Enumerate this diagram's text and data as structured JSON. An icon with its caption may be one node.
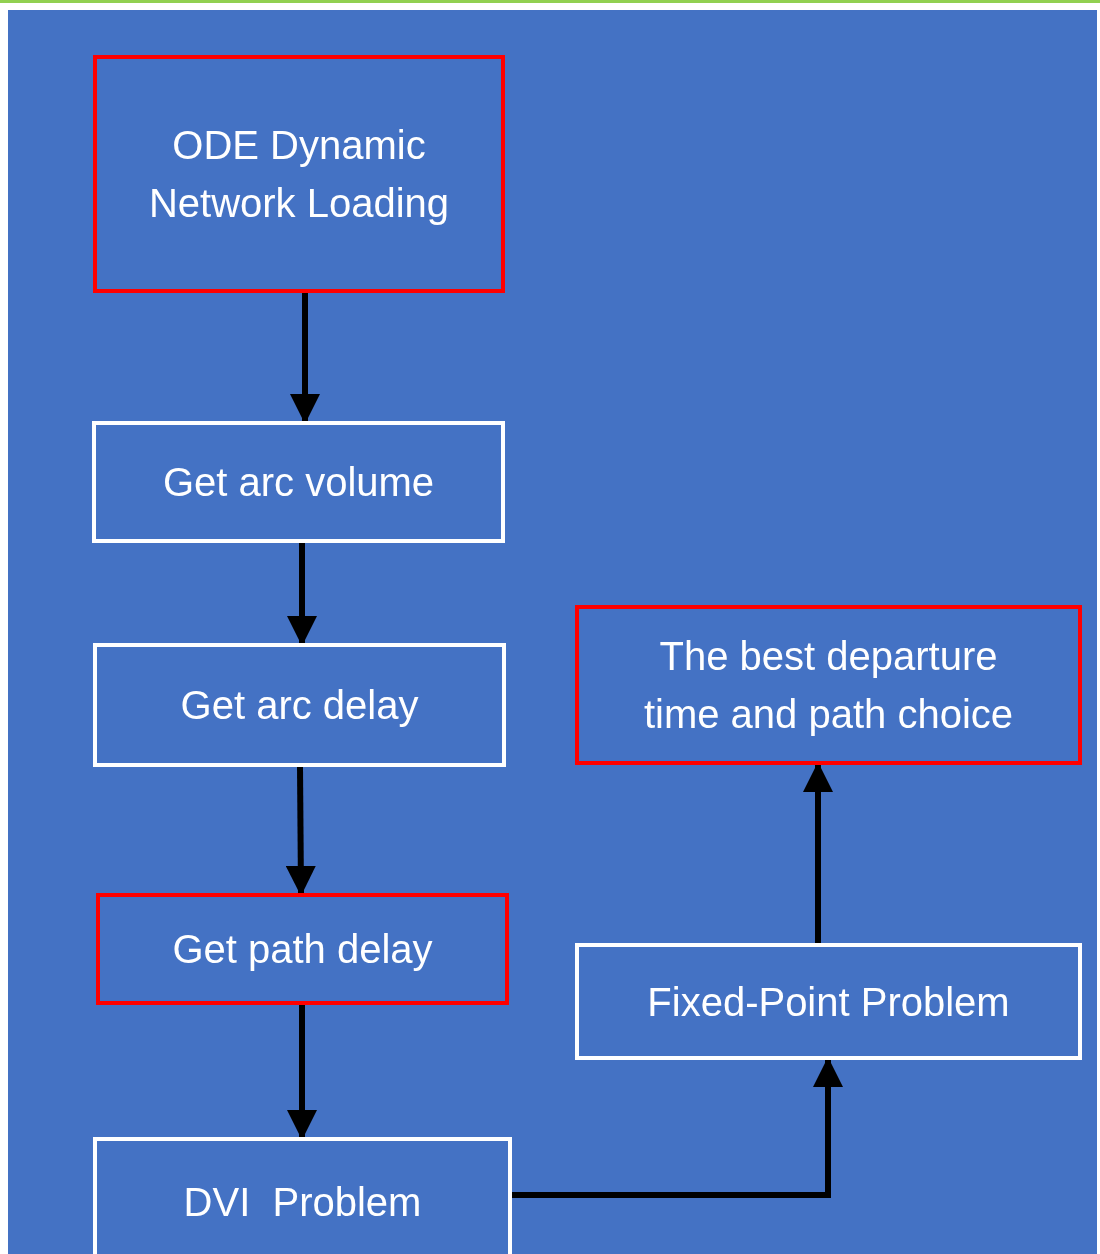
{
  "diagram": {
    "nodes": [
      {
        "text": [
          "ODE Dynamic Network Loading"
        ]
      },
      {
        "text": [
          "Get arc volume"
        ]
      },
      {
        "text": [
          "Get arc delay"
        ]
      },
      {
        "text": [
          "Get path delay"
        ]
      },
      {
        "text": [
          "DVI  Problem"
        ]
      },
      {
        "text": [
          "The best departure time and path choice"
        ]
      },
      {
        "text": [
          "Fixed-Point Problem"
        ]
      }
    ],
    "edges": [
      {
        "from": 0,
        "to": 1,
        "arrow": "to"
      },
      {
        "from": 1,
        "to": 2,
        "arrow": "to"
      },
      {
        "from": 2,
        "to": 3,
        "arrow": "to"
      },
      {
        "from": 3,
        "to": 4,
        "arrow": "to"
      },
      {
        "from": 4,
        "to": 6,
        "arrow": "to"
      },
      {
        "from": 6,
        "to": 5,
        "arrow": "to"
      }
    ]
  }
}
